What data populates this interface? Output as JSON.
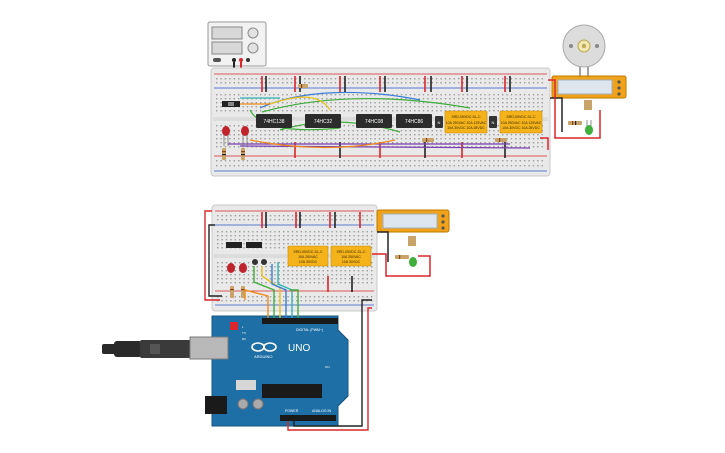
{
  "colors": {
    "background": "#ffffff",
    "breadboard": "#e9e9e9",
    "rail_red": "#d9262c",
    "rail_blue": "#2b57c8",
    "ic_chip": "#2c2c2c",
    "relay": "#f4b21b",
    "lcd_frame": "#f0a21a",
    "lcd_screen": "#dde6ee",
    "led_red": "#c0232b",
    "led_green": "#3fae3a",
    "arduino": "#1d6fa5",
    "wire_red": "#d9262c",
    "wire_black": "#222222",
    "wire_green": "#3fae3a",
    "wire_yellow": "#e8c21a",
    "wire_blue": "#3b7fd9",
    "wire_purple": "#7a3fb0",
    "wire_orange": "#f08a1a",
    "wire_teal": "#2fb5b5"
  },
  "icons": {
    "power_supply": "bench-power-supply-icon",
    "motor": "dc-motor-icon",
    "usb_cable": "usb-cable-icon",
    "arduino_logo": "arduino-infinity-logo-icon"
  },
  "top_board": {
    "chips": [
      {
        "label": "74HC138"
      },
      {
        "label": "74HC32"
      },
      {
        "label": "74HC08"
      },
      {
        "label": "74HC86"
      }
    ],
    "relays": [
      {
        "title": "SRD-05VDC-SL-C",
        "lines": [
          "10A 250VAC 10A 125VAC",
          "10A 30VDC 10A 28VDC"
        ]
      },
      {
        "title": "SRD-05VDC-SL-C",
        "lines": [
          "10A 250VAC 10A 125VAC",
          "10A 30VDC 10A 28VDC"
        ]
      }
    ]
  },
  "bottom_board": {
    "relays": [
      {
        "title": "SRD-05VDC-SL-C",
        "lines": [
          "10A 250VAC",
          "10A 30VDC"
        ]
      },
      {
        "title": "SRD-05VDC-SL-C",
        "lines": [
          "10A 250VAC",
          "10A 30VDC"
        ]
      }
    ]
  },
  "arduino": {
    "model": "UNO",
    "brand": "ARDUINO",
    "header_digital": "DIGITAL (PWM~)",
    "header_power": "POWER",
    "header_analog": "ANALOG IN",
    "tx": "TX",
    "rx": "RX",
    "l": "L",
    "on": "ON"
  }
}
